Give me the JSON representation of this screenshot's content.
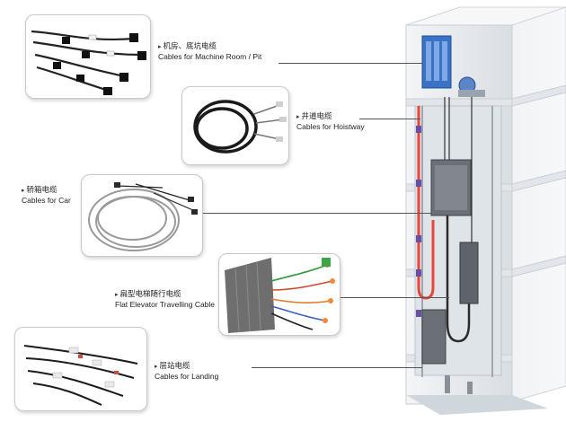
{
  "labels": {
    "machine_room": {
      "cn": "机房、底坑电缆",
      "en": "Cables for Machine Room / Pit"
    },
    "hoistway": {
      "cn": "井道电缆",
      "en": "Cables for Hoistway"
    },
    "car": {
      "cn": "轿箱电缆",
      "en": "Cables for Car"
    },
    "travelling": {
      "cn": "扁型电梯随行电缆",
      "en": "Flat Elevator Travelling Cable"
    },
    "landing": {
      "cn": "层站电缆",
      "en": "Cables for Landing"
    }
  },
  "colors": {
    "shaft_wall": "#e9edf1",
    "shaft_dark": "#c4ccd4",
    "cable_red": "#e8463a",
    "cable_dark": "#2b2b2b",
    "controller_blue": "#3a73c6"
  }
}
